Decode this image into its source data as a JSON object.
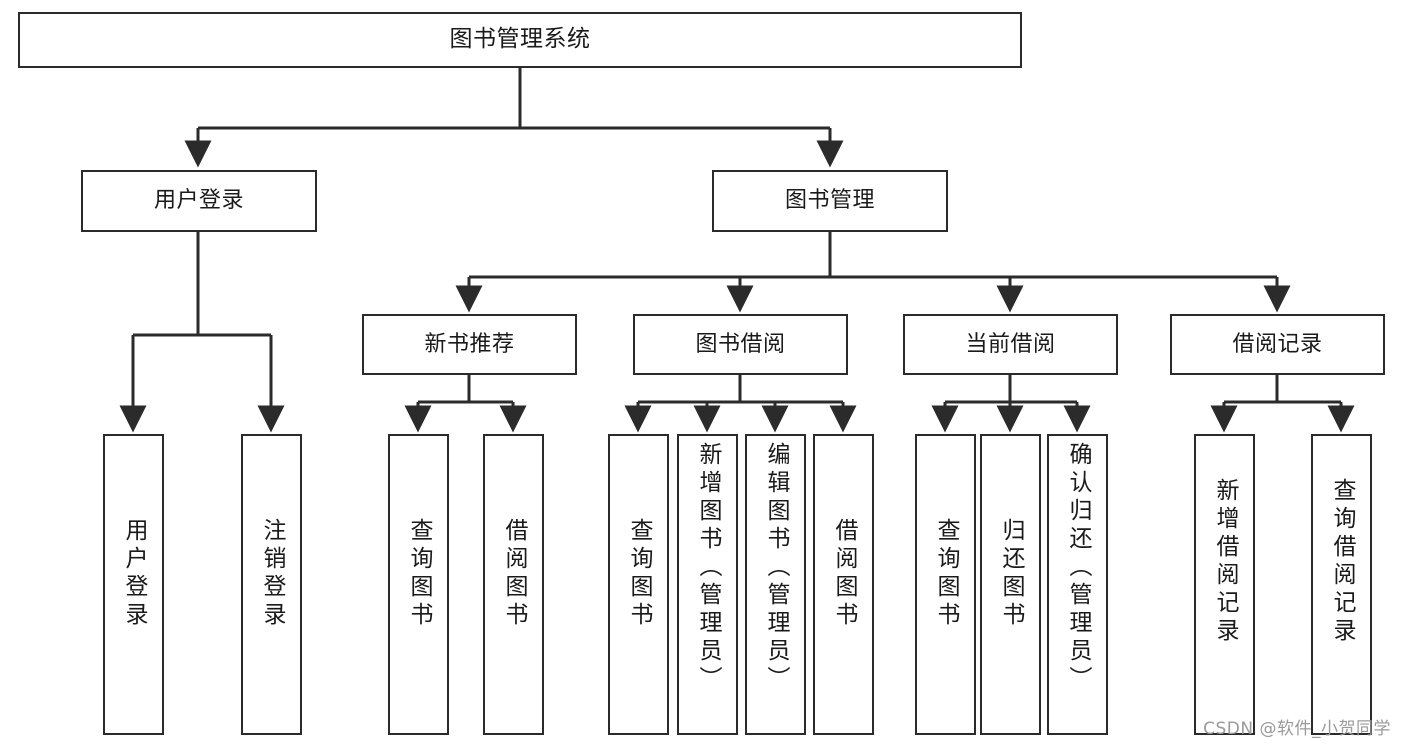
{
  "diagram": {
    "title": "图书管理系统",
    "watermark": "CSDN @软件_小贺同学",
    "colors": {
      "box_border": "#2b2b2b",
      "box_fill": "#ffffff",
      "connector": "#2b2b2b",
      "text": "#1a1a1a",
      "watermark": "#9a9a9a",
      "background": "#ffffff"
    },
    "levels": {
      "level1": [
        "图书管理系统"
      ],
      "level2": [
        "用户登录",
        "图书管理"
      ],
      "level3": [
        "新书推荐",
        "图书借阅",
        "当前借阅",
        "借阅记录"
      ],
      "level4": [
        "用户登录",
        "注销登录",
        "查询图书",
        "借阅图书",
        "查询图书",
        "新增图书（管理员）",
        "编辑图书（管理员）",
        "借阅图书",
        "查询图书",
        "归还图书",
        "确认归还（管理员）",
        "新增借阅记录",
        "查询借阅记录"
      ]
    },
    "nodes": {
      "root": {
        "label": "图书管理系统"
      },
      "user_login": {
        "label": "用户登录"
      },
      "book_manage": {
        "label": "图书管理"
      },
      "new_book_rec": {
        "label": "新书推荐"
      },
      "book_borrow": {
        "label": "图书借阅"
      },
      "current_borrow": {
        "label": "当前借阅"
      },
      "borrow_record": {
        "label": "借阅记录"
      },
      "leaf_user_login": {
        "label": "用户登录"
      },
      "leaf_logout": {
        "label": "注销登录"
      },
      "leaf_query_book_1": {
        "label": "查询图书"
      },
      "leaf_borrow_book_1": {
        "label": "借阅图书"
      },
      "leaf_query_book_2": {
        "label": "查询图书"
      },
      "leaf_add_book_admin": {
        "label": "新增图书（管理员）"
      },
      "leaf_edit_book_admin": {
        "label": "编辑图书（管理员）"
      },
      "leaf_borrow_book_2": {
        "label": "借阅图书"
      },
      "leaf_query_book_3": {
        "label": "查询图书"
      },
      "leaf_return_book": {
        "label": "归还图书"
      },
      "leaf_confirm_return_admin": {
        "label": "确认归还（管理员）"
      },
      "leaf_add_borrow_record": {
        "label": "新增借阅记录"
      },
      "leaf_query_borrow_record": {
        "label": "查询借阅记录"
      }
    },
    "edges": [
      {
        "from": "图书管理系统",
        "to": "用户登录"
      },
      {
        "from": "图书管理系统",
        "to": "图书管理"
      },
      {
        "from": "用户登录",
        "to": "用户登录"
      },
      {
        "from": "用户登录",
        "to": "注销登录"
      },
      {
        "from": "图书管理",
        "to": "新书推荐"
      },
      {
        "from": "图书管理",
        "to": "图书借阅"
      },
      {
        "from": "图书管理",
        "to": "当前借阅"
      },
      {
        "from": "图书管理",
        "to": "借阅记录"
      },
      {
        "from": "新书推荐",
        "to": "查询图书"
      },
      {
        "from": "新书推荐",
        "to": "借阅图书"
      },
      {
        "from": "图书借阅",
        "to": "查询图书"
      },
      {
        "from": "图书借阅",
        "to": "新增图书（管理员）"
      },
      {
        "from": "图书借阅",
        "to": "编辑图书（管理员）"
      },
      {
        "from": "图书借阅",
        "to": "借阅图书"
      },
      {
        "from": "当前借阅",
        "to": "查询图书"
      },
      {
        "from": "当前借阅",
        "to": "归还图书"
      },
      {
        "from": "当前借阅",
        "to": "确认归还（管理员）"
      },
      {
        "from": "借阅记录",
        "to": "新增借阅记录"
      },
      {
        "from": "借阅记录",
        "to": "查询借阅记录"
      }
    ]
  }
}
